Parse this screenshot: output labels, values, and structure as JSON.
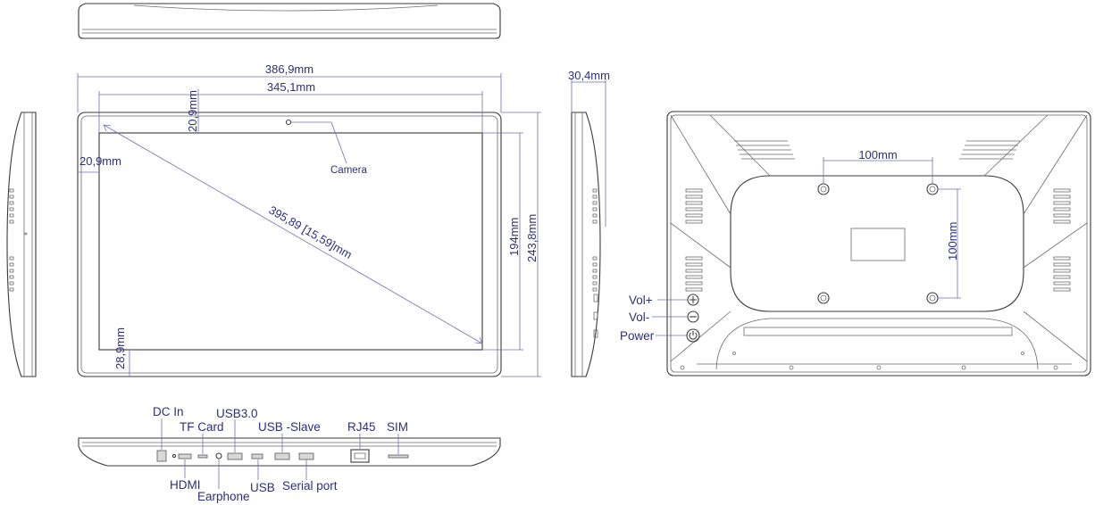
{
  "front_view": {
    "width_overall": "386,9mm",
    "width_screen": "345,1mm",
    "top_bezel": "20,9mm",
    "side_bezel": "20,9mm",
    "bottom_bezel": "28,9mm",
    "diagonal": "395,89 [15,59]mm",
    "screen_height": "194mm",
    "overall_height": "243,8mm",
    "camera_label": "Camera"
  },
  "side_view": {
    "depth": "30,4mm"
  },
  "back_view": {
    "vesa_horizontal": "100mm",
    "vesa_vertical": "100mm",
    "buttons": [
      {
        "label": "Vol+",
        "icon": "plus-icon"
      },
      {
        "label": "Vol-",
        "icon": "minus-icon"
      },
      {
        "label": "Power",
        "icon": "power-icon"
      }
    ]
  },
  "bottom_view": {
    "ports_top": [
      "DC In",
      "TF Card",
      "USB3.0",
      "USB -Slave",
      "RJ45",
      "SIM"
    ],
    "ports_bottom": [
      "HDMI",
      "Earphone",
      "USB",
      "Serial port"
    ]
  },
  "colors": {
    "dimension_text": "#2c2f7a",
    "dimension_line": "#6d6fb5",
    "outline": "#3a3a3a"
  }
}
